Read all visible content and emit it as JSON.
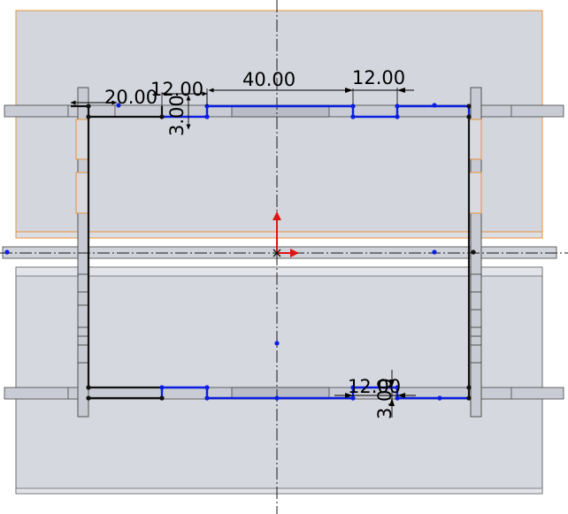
{
  "viewport": {
    "title": ""
  },
  "colors": {
    "background": "#ffffff",
    "panel_fill": "#d6d8e0",
    "panel_fill_light": "#e2e4ea",
    "selected_outline": "#e8913a",
    "sketch_blue": "#0a1fe0",
    "sketch_black": "#111111",
    "centerline": "#1a1a1a",
    "rail_fill": "#c9ccd4",
    "origin_red": "#e01414"
  },
  "dimensions": {
    "top_left_offset": "20.00",
    "top_left_slot_width": "12.00",
    "top_left_slot_depth": "3.00",
    "top_slot_spacing": "40.00",
    "top_right_slot_width": "12.00",
    "bottom_right_slot_width": "12.00",
    "bottom_right_slot_depth": "3.00"
  },
  "icons": {
    "origin": "origin-triad-icon"
  }
}
